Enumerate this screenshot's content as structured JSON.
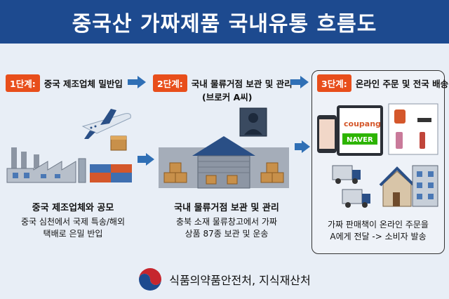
{
  "title": "중국산 가짜제품 국내유통 흐름도",
  "stages": [
    {
      "badge": "1단계:",
      "label": "중국 제조업체 밀반입",
      "sublabel": "",
      "caption_title": "중국 제조업체와 공모",
      "caption_lines": [
        "중국 심천에서 국제 특송/해외",
        "택배로 은밀 반입"
      ]
    },
    {
      "badge": "2단계:",
      "label": "국내 물류거점 보관 및 관리",
      "sublabel": "(브로커 A씨)",
      "caption_title": "국내 물류거점 보관 및 관리",
      "caption_lines": [
        "충북 소재 물류창고에서 가짜",
        "상품 87종 보관 및 운송"
      ]
    },
    {
      "badge": "3단계:",
      "label": "온라인 주문 및 전국 배송",
      "sublabel": "",
      "caption_title": "",
      "caption_lines": [
        "가짜 판매책이 온라인 주문을",
        "A에게 전달 -> 소비자 발송"
      ]
    }
  ],
  "platforms": [
    "coupang",
    "NAVER"
  ],
  "footer": "식품의약품안전처, 지식재산처",
  "colors": {
    "header": "#1d4a8f",
    "badge": "#e84e1b",
    "arrow": "#2f6fb5"
  }
}
